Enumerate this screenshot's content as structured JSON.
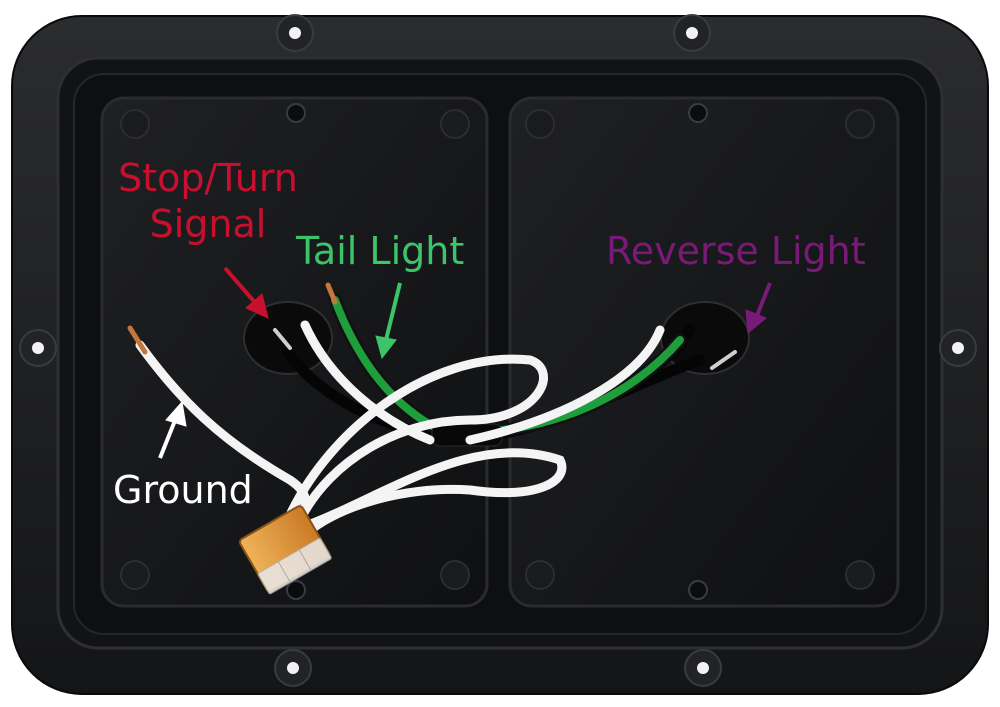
{
  "labels": {
    "stop_turn": {
      "line1": "Stop/Turn",
      "line2": "Signal",
      "color": "#c8102e"
    },
    "tail_light": {
      "text": "Tail Light",
      "color": "#3cc46a"
    },
    "reverse_light": {
      "text": "Reverse Light",
      "color": "#7a1a78"
    },
    "ground": {
      "text": "Ground",
      "color": "#ffffff"
    }
  },
  "colors": {
    "housing": "#1c1d1f",
    "inner_panel": "#16171a",
    "wire_white": "#f4f4f4",
    "wire_black": "#0d0d0d",
    "wire_green": "#1f9e3c",
    "copper": "#c5763a",
    "connector": "#e29a3c"
  }
}
